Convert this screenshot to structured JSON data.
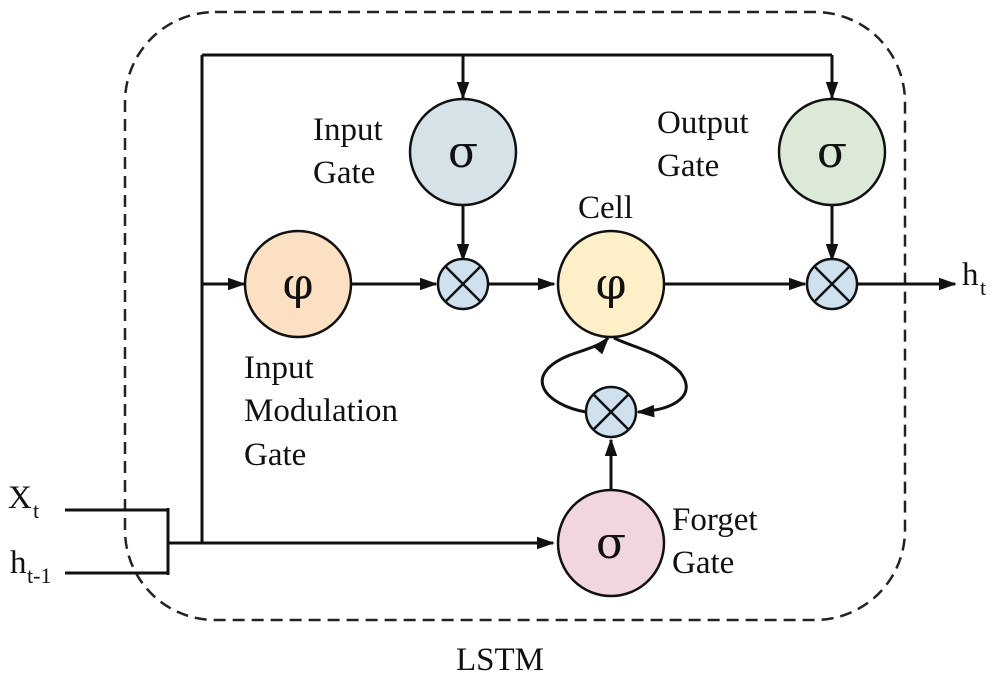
{
  "diagram": {
    "title": "LSTM",
    "inputs": {
      "x": {
        "base": "X",
        "sub": "t"
      },
      "h_prev": {
        "base": "h",
        "sub": "t-1"
      }
    },
    "output": {
      "base": "h",
      "sub": "t"
    },
    "nodes": {
      "input_gate": {
        "symbol": "σ",
        "label_lines": [
          "Input",
          "Gate"
        ],
        "color": "#d5e2e8"
      },
      "output_gate": {
        "symbol": "σ",
        "label_lines": [
          "Output",
          "Gate"
        ],
        "color": "#dbe9d6"
      },
      "input_modulation_gate": {
        "symbol": "φ",
        "label_lines": [
          "Input",
          "Modulation",
          "Gate"
        ],
        "color": "#fbe0c4"
      },
      "cell": {
        "symbol": "φ",
        "label_lines": [
          "Cell"
        ],
        "color": "#fdf0c8"
      },
      "forget_gate": {
        "symbol": "σ",
        "label_lines": [
          "Forget",
          "Gate"
        ],
        "color": "#f1d6e0"
      }
    },
    "multiply_symbol": "⊗",
    "multiply_color": "#cfe0ee",
    "wire_color": "#111111"
  }
}
